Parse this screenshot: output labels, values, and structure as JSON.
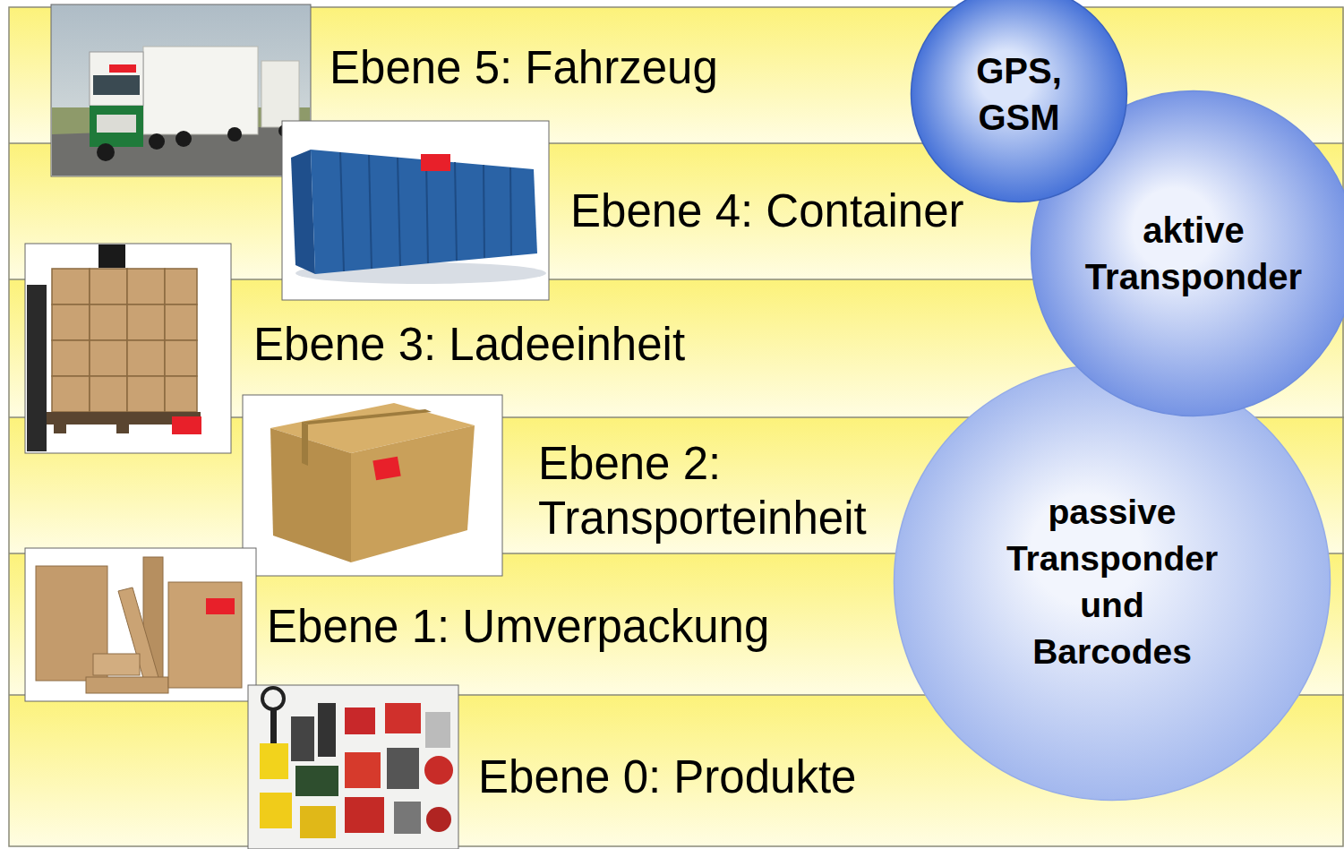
{
  "diagram": {
    "nodes": [
      {
        "text": [
          "Ebene 5: Fahrzeug"
        ]
      },
      {
        "text": [
          "Ebene 4: Container"
        ]
      },
      {
        "text": [
          "Ebene 3: Ladeeinheit"
        ]
      },
      {
        "text": [
          "Ebene 2: Transporteinheit"
        ]
      },
      {
        "text": [
          "Ebene 1: Umverpackung"
        ]
      },
      {
        "text": [
          "Ebene 0: Produkte"
        ]
      },
      {
        "text": [
          "GPS, GSM"
        ]
      },
      {
        "text": [
          "aktive Transponder"
        ]
      },
      {
        "text": [
          "passive Transponder und Barcodes"
        ]
      }
    ]
  }
}
